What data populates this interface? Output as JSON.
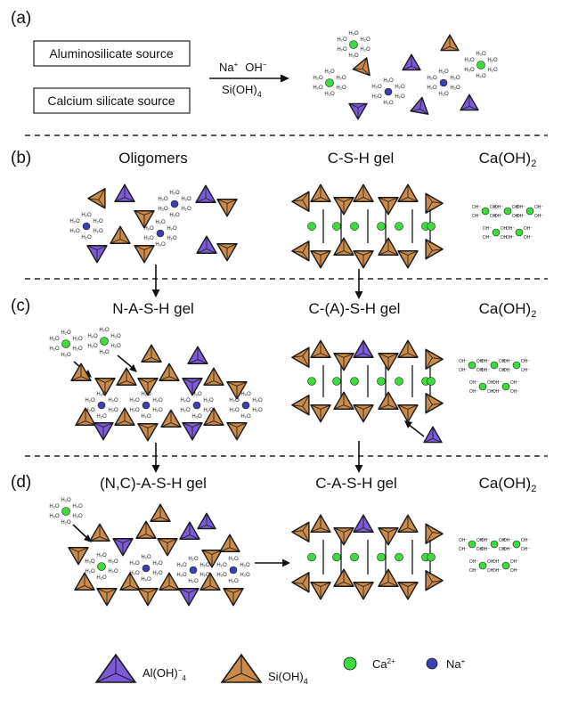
{
  "colors": {
    "si_tetra": "#c98a4a",
    "al_tetra": "#7b5bd8",
    "ca_ion": "#3ddc3d",
    "na_ion": "#3b3fb0",
    "edge": "#1a1a1a"
  },
  "panel_a": {
    "label": "(a)",
    "source_1": "Aluminosilicate source",
    "source_2": "Calcium silicate source",
    "reagents": {
      "na": "Na",
      "na_sup": "+",
      "oh": "OH",
      "oh_sup": "−",
      "sioh": "Si(OH)",
      "sioh_sub": "4"
    }
  },
  "panel_b": {
    "label": "(b)",
    "heading_1": "Oligomers",
    "heading_2": "C-S-H gel",
    "heading_3": "Ca(OH)",
    "heading_3_sub": "2"
  },
  "panel_c": {
    "label": "(c)",
    "heading_1": "N-A-S-H gel",
    "heading_2": "C-(A)-S-H gel",
    "heading_3": "Ca(OH)",
    "heading_3_sub": "2"
  },
  "panel_d": {
    "label": "(d)",
    "heading_1": "(N,C)-A-S-H gel",
    "heading_2": "C-A-S-H gel",
    "heading_3": "Ca(OH)",
    "heading_3_sub": "2"
  },
  "glyphs": {
    "water": "H₂O",
    "hydroxide": "OH⁻"
  },
  "legend": {
    "al_label": "Al(OH)",
    "al_sup": "−",
    "al_sub": "4",
    "si_label": "Si(OH)",
    "si_sub": "4",
    "ca_label": "Ca",
    "ca_sup": "2+",
    "na_label": "Na",
    "na_sup": "+"
  }
}
